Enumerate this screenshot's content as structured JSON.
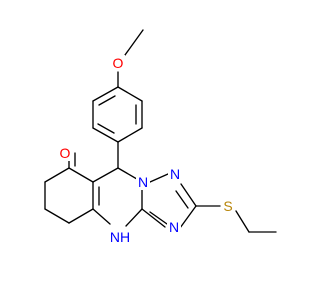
{
  "molecule": {
    "atoms": {
      "methoxy_oxygen": "O",
      "ketone_oxygen": "O",
      "triazole_n1": "N",
      "triazole_n2": "N",
      "triazole_n3": "N",
      "amine_nh": "NH",
      "sulfur": "S"
    },
    "colors": {
      "bond": "#000000",
      "oxygen": "#ff0000",
      "nitrogen": "#0000ff",
      "sulfur": "#b8860b"
    }
  }
}
